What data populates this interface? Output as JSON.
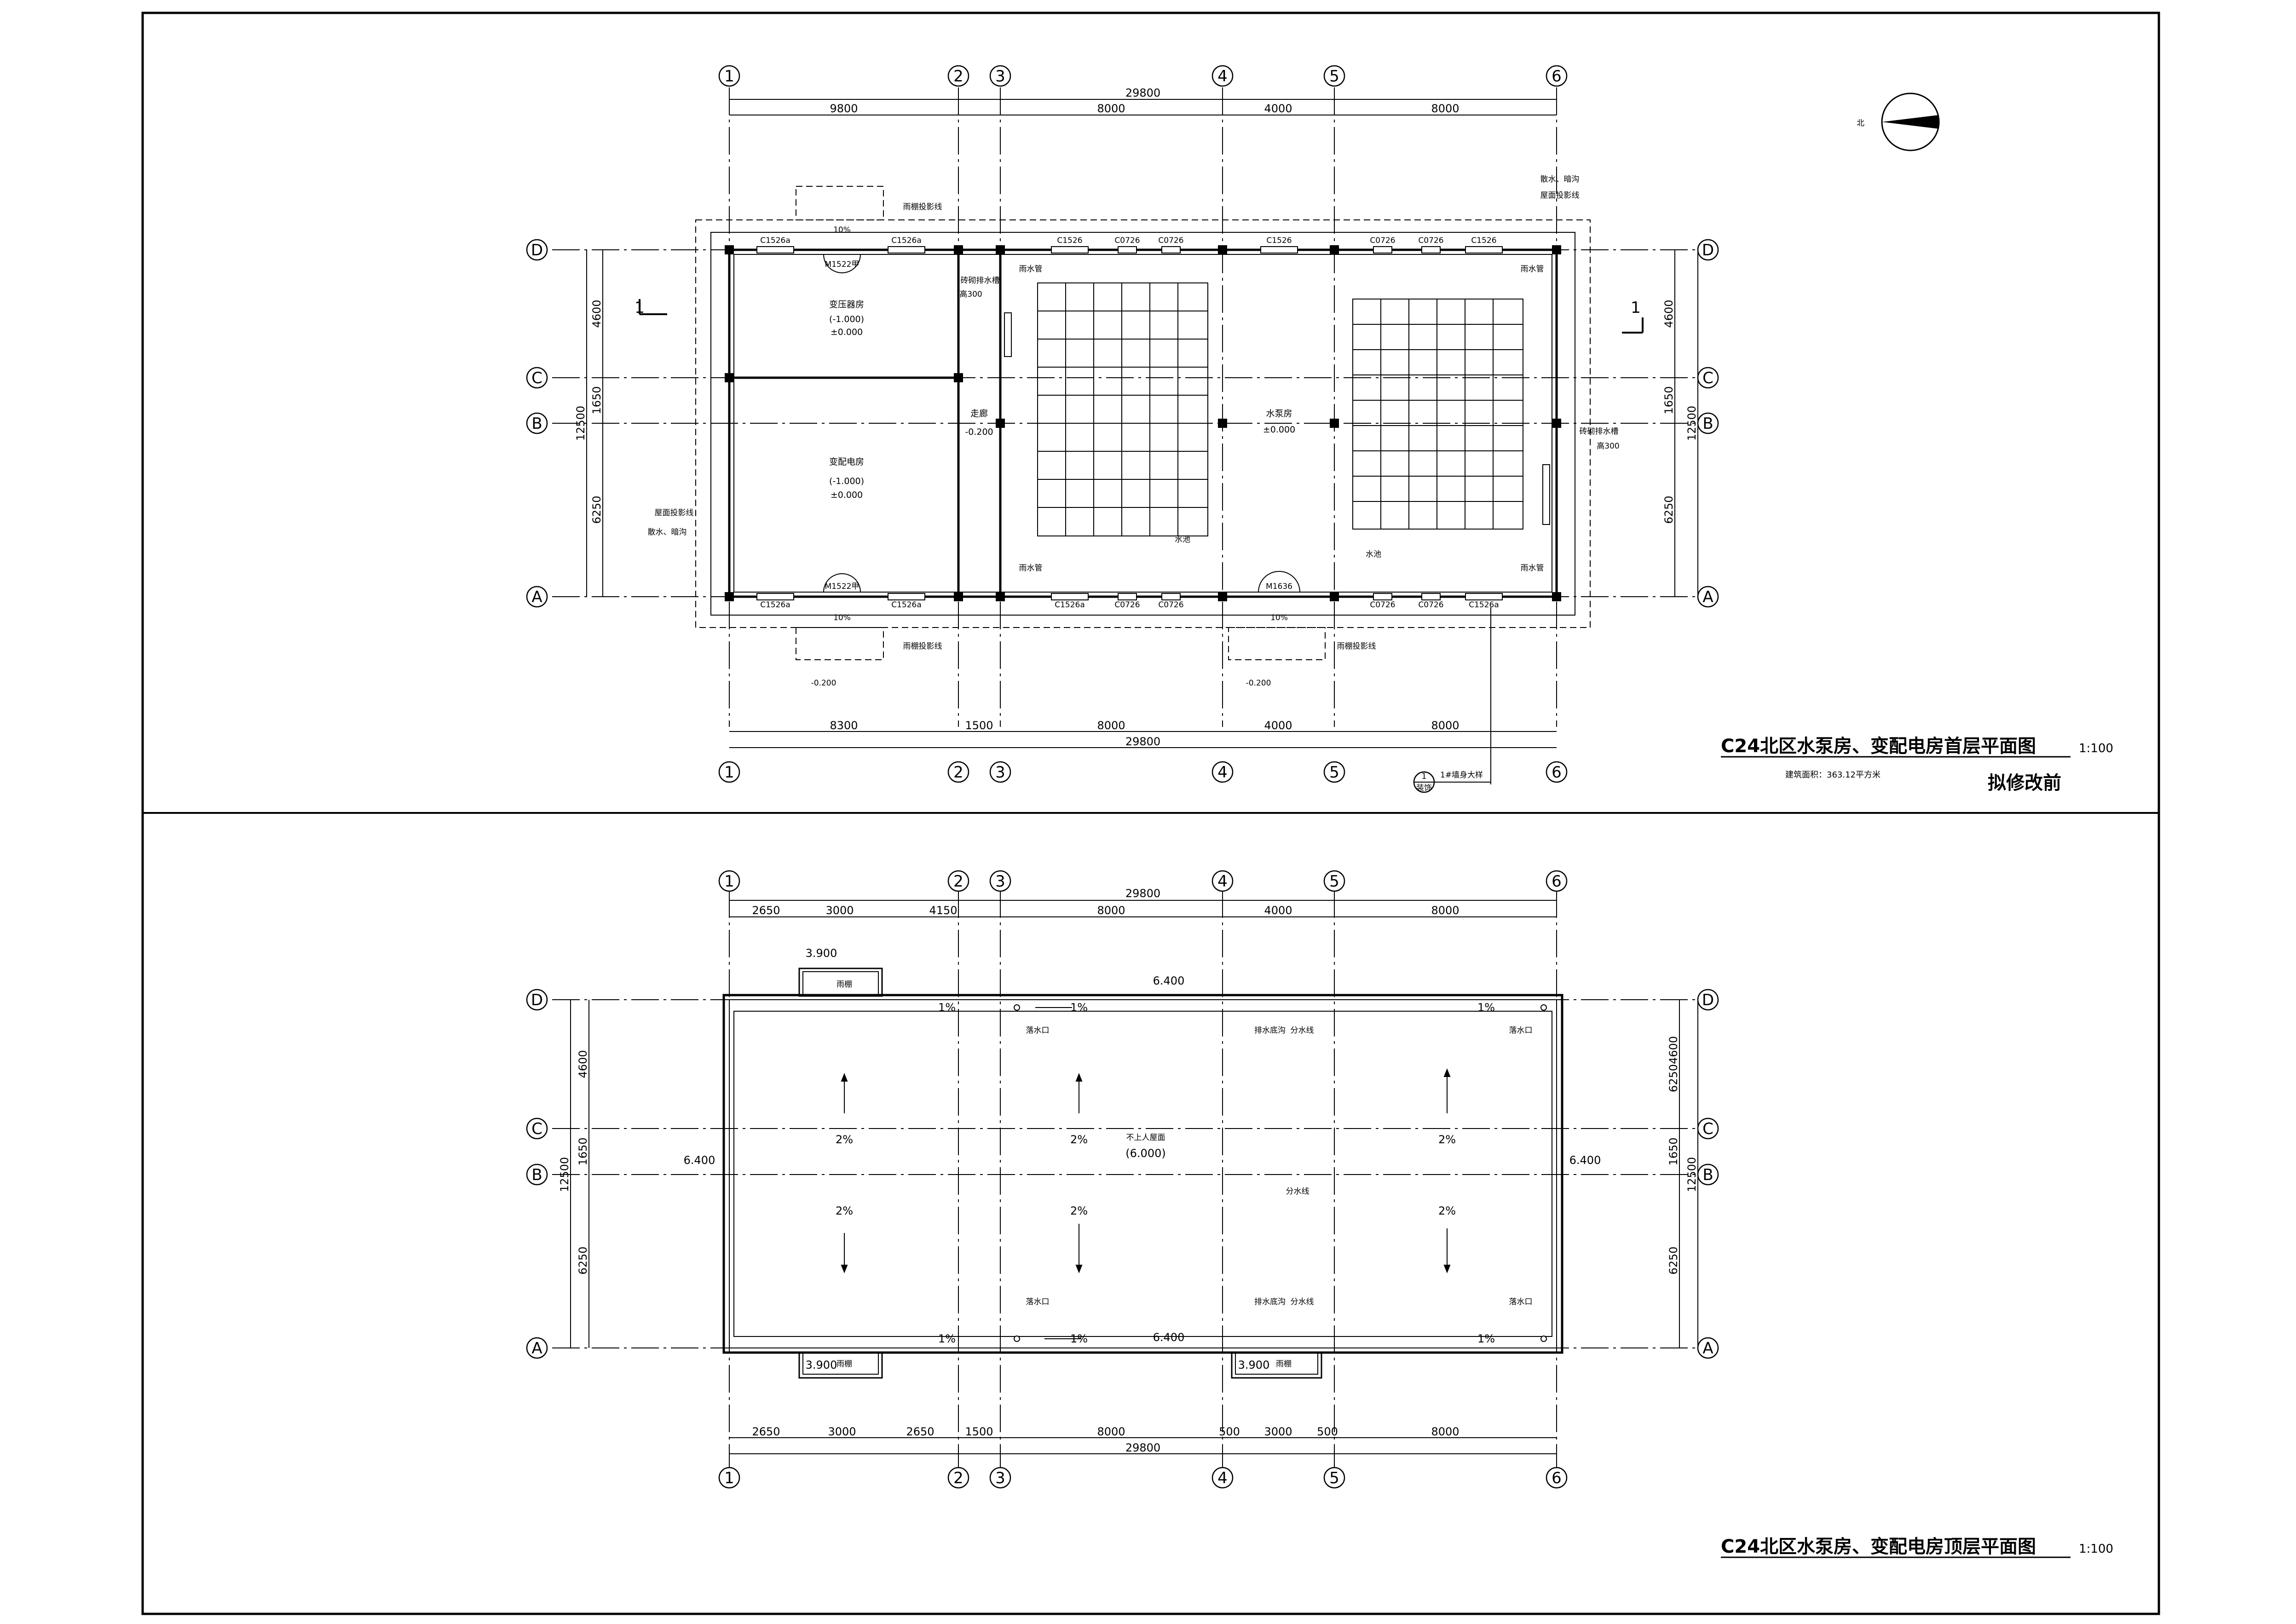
{
  "plan1": {
    "title": "C24北区水泵房、变配电房首层平面图",
    "scale": "1:100",
    "area_note": "建筑面积：363.12平方米",
    "status": "拟修改前",
    "north": "北",
    "grid_x": [
      "1",
      "2",
      "3",
      "4",
      "5",
      "6"
    ],
    "grid_y": [
      "D",
      "C",
      "B",
      "A"
    ],
    "dims_top_total": "29800",
    "dims_top": [
      "9800",
      "8000",
      "4000",
      "8000"
    ],
    "dims_bottom_total": "29800",
    "dims_bottom": [
      "8300",
      "1500",
      "8000",
      "4000",
      "8000"
    ],
    "dims_side_total": "12500",
    "dims_side": [
      "4600",
      "1650",
      "6250"
    ],
    "section_mark": "1",
    "detail_ref": "1#墙身大样",
    "detail_sheet": "1",
    "detail_sheet_sub": "装饰",
    "rooms": [
      {
        "name": "变压器房",
        "level1": "(-1.000)",
        "level2": "±0.000"
      },
      {
        "name": "变配电房",
        "level1": "(-1.000)",
        "level2": "±0.000"
      },
      {
        "name": "水泵房",
        "level1": "±0.000"
      },
      {
        "name": "走廊",
        "level1": "-0.200"
      }
    ],
    "windows_top": [
      "C1526a",
      "C1526a",
      "C1526",
      "C0726",
      "C0726",
      "C1526",
      "C0726",
      "C0726",
      "C1526"
    ],
    "windows_bottom": [
      "C1526a",
      "C1526a",
      "C1526a",
      "C0726",
      "C0726",
      "C0726",
      "C0726",
      "C1526a"
    ],
    "doors": [
      "M1522甲",
      "M1522甲",
      "M1636"
    ],
    "labels": {
      "canopy_line": "雨棚投影线",
      "roof_line": "屋面投影线",
      "drain": "散水、暗沟",
      "trench": "砖砌排水槽",
      "trench_width": "高300",
      "rain_pipe": "雨水管",
      "pool": "水池",
      "slope": "10%",
      "ext_level": "-0.200"
    }
  },
  "plan2": {
    "title": "C24北区水泵房、变配电房顶层平面图",
    "scale": "1:100",
    "grid_x": [
      "1",
      "2",
      "3",
      "4",
      "5",
      "6"
    ],
    "grid_y": [
      "D",
      "C",
      "B",
      "A"
    ],
    "dims_top_total": "29800",
    "dims_top": [
      "2650",
      "3000",
      "4150",
      "8000",
      "4000",
      "8000"
    ],
    "dims_bottom_total": "29800",
    "dims_bottom": [
      "2650",
      "3000",
      "2650",
      "1500",
      "8000",
      "500",
      "3000",
      "500",
      "8000"
    ],
    "dims_side_total": "12500",
    "dims_side": [
      "4600",
      "1650",
      "6250"
    ],
    "dims_side_right": [
      "62504600",
      "1650",
      "6250"
    ],
    "roof_label": "不上人屋面",
    "roof_level": "(6.000)",
    "parapet_level": "6.400",
    "canopy_level": "3.900",
    "canopy_label": "雨棚",
    "slope_main": "2%",
    "slope_gutter": "1%",
    "labels": {
      "outlet": "落水口",
      "gutter": "排水底沟",
      "ridge": "分水线"
    }
  }
}
